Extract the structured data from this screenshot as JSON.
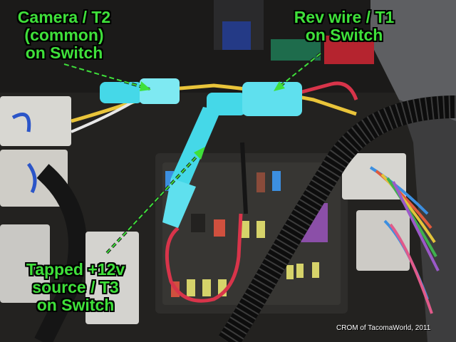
{
  "callouts": {
    "camera": [
      "Camera / T2",
      "(common)",
      "on Switch"
    ],
    "rev": [
      "Rev wire / T1",
      "on Switch"
    ],
    "tapped": [
      "Tapped +12v",
      "source / T3",
      "on Switch"
    ]
  },
  "credit": "CROM of TacomaWorld, 2011",
  "colors": {
    "label_text": "#3fe03a",
    "connector_blue": "#45d8e8",
    "wire_red": "#d8344a",
    "wire_yellow": "#e9c43a",
    "fuse_box": "#2e2d2b"
  }
}
